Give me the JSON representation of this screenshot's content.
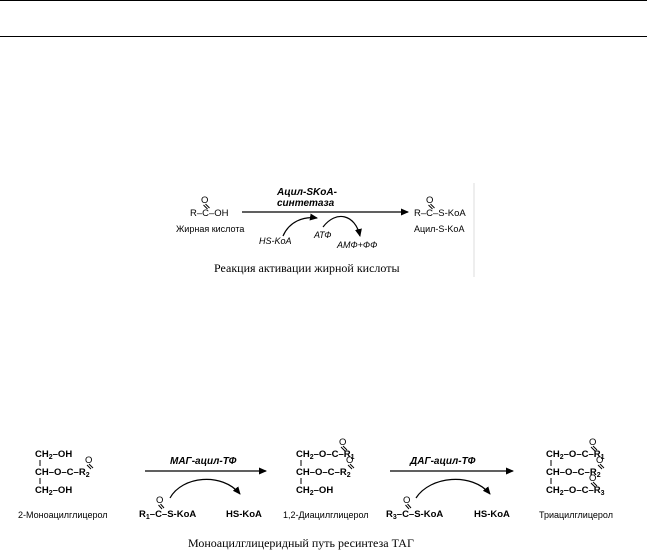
{
  "reaction1": {
    "fatty_acid_formula": "R–C–OH",
    "fatty_acid_o": "O",
    "fatty_acid_label": "Жирная кислота",
    "enzyme_line1": "Ацил-SKoA-",
    "enzyme_line2": "синтетаза",
    "hs_koa": "HS-KoA",
    "atp": "АТФ",
    "amp_pp": "АМФ+ФФ",
    "product_formula": "R–C–S-KoA",
    "product_o": "O",
    "product_label": "Ацил-S-KoA",
    "caption": "Реакция активации жирной кислоты"
  },
  "reaction2": {
    "mag_label": "2-Моноацилглицерол",
    "dag_label": "1,2-Диацилглицерол",
    "tag_label": "Триацилглицерол",
    "enzyme1": "МАГ-ацил-ТФ",
    "enzyme2": "ДАГ-ацил-ТФ",
    "hs_koa_1": "HS-KoA",
    "hs_koa_2": "HS-KoA",
    "caption": "Моноацилглицеридный путь ресинтеза ТАГ"
  }
}
